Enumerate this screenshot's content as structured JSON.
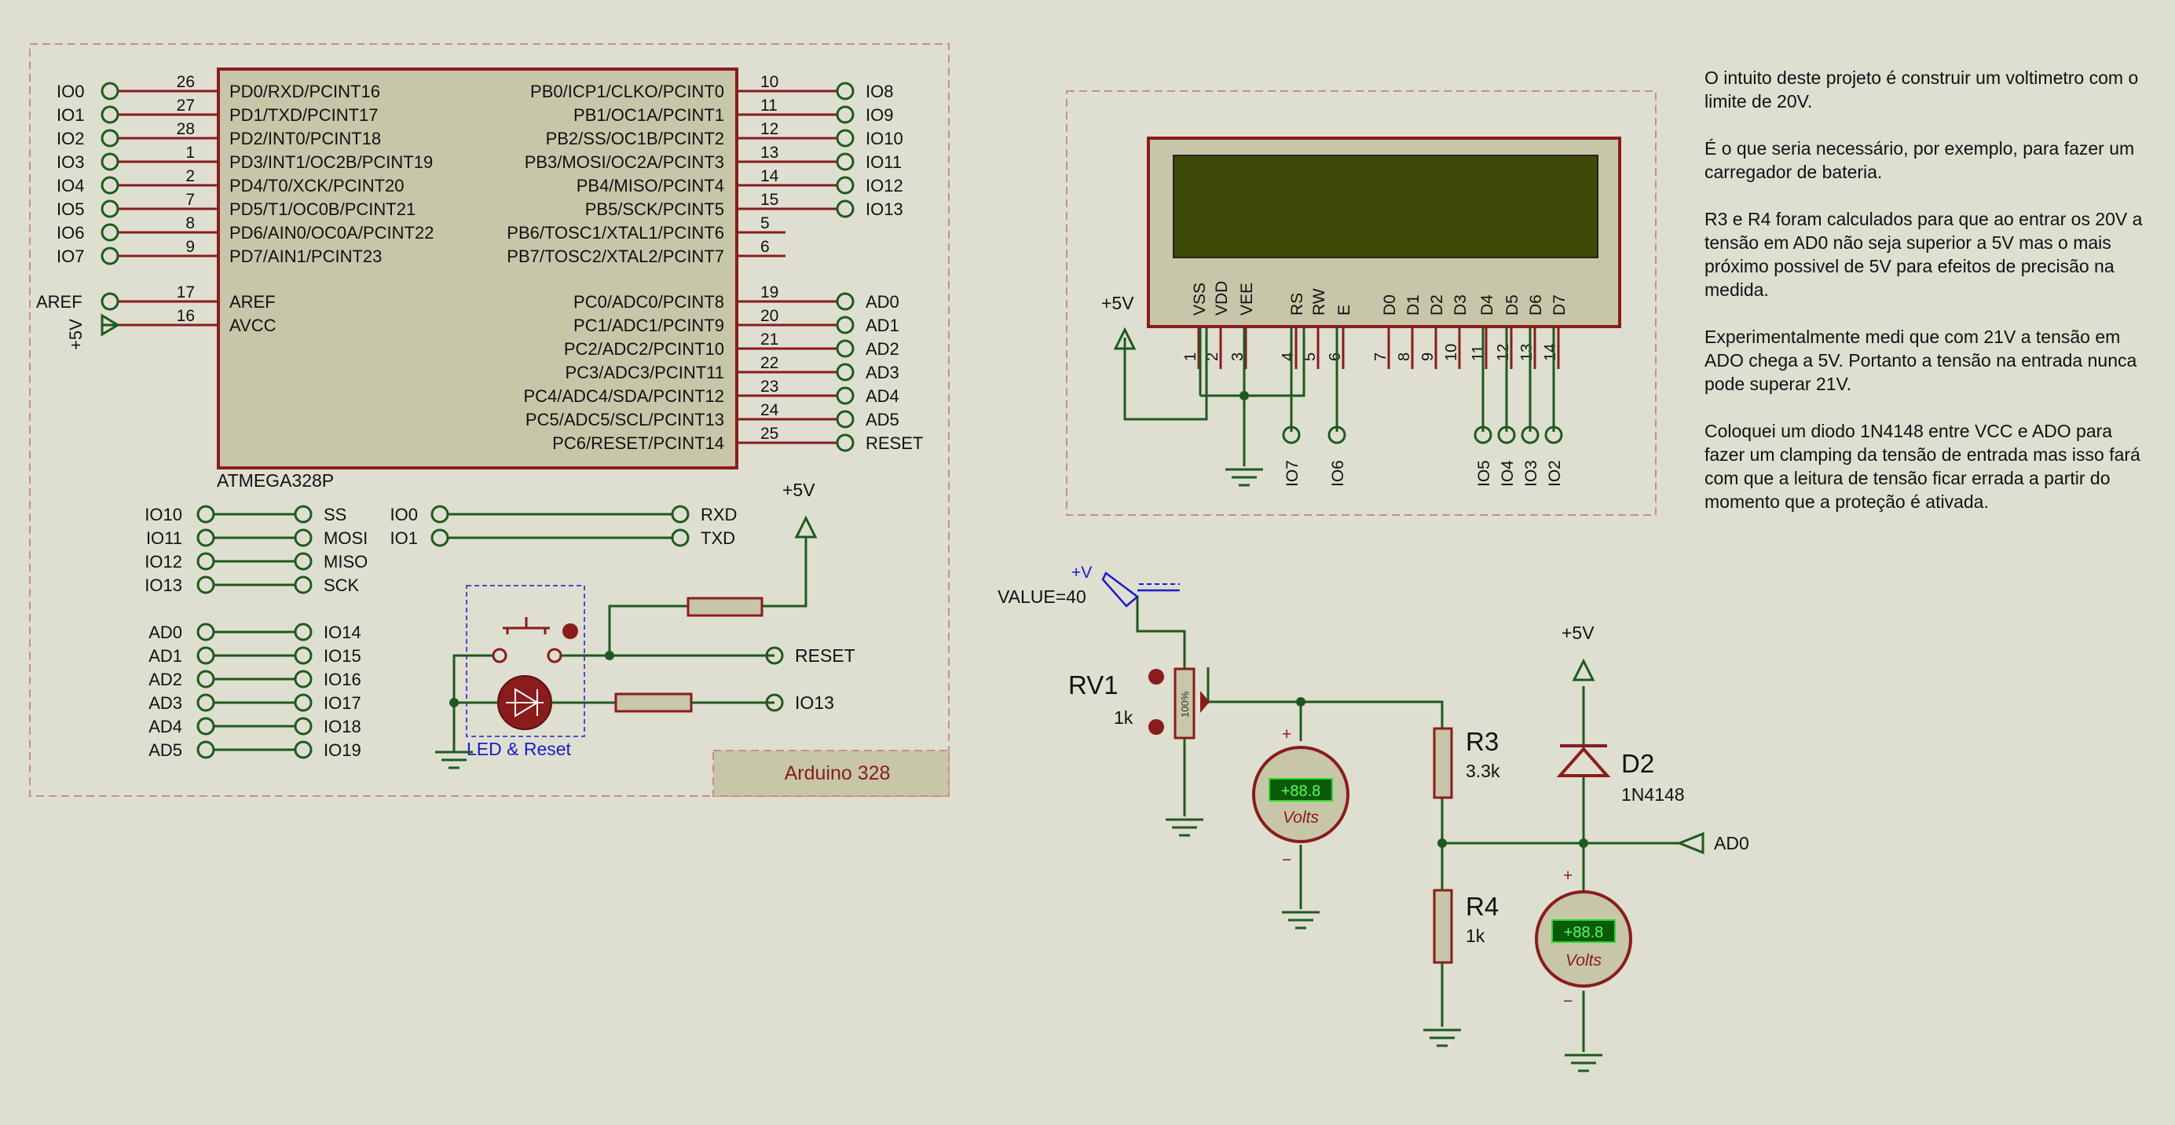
{
  "colors": {
    "background": "#dedfd0",
    "wire": "#1e5a1e",
    "component": "#8a1c1c",
    "chip_fill": "#c8c6a8",
    "sheet_border": "#c89080",
    "lcd_screen": "#3d4a06",
    "probe_blue": "#1a1acc"
  },
  "mcu": {
    "part": "ATMEGA328P",
    "left_pins": [
      {
        "net": "IO0",
        "num": "26",
        "label": "PD0/RXD/PCINT16"
      },
      {
        "net": "IO1",
        "num": "27",
        "label": "PD1/TXD/PCINT17"
      },
      {
        "net": "IO2",
        "num": "28",
        "label": "PD2/INT0/PCINT18"
      },
      {
        "net": "IO3",
        "num": "1",
        "label": "PD3/INT1/OC2B/PCINT19"
      },
      {
        "net": "IO4",
        "num": "2",
        "label": "PD4/T0/XCK/PCINT20"
      },
      {
        "net": "IO5",
        "num": "7",
        "label": "PD5/T1/OC0B/PCINT21"
      },
      {
        "net": "IO6",
        "num": "8",
        "label": "PD6/AIN0/OC0A/PCINT22"
      },
      {
        "net": "IO7",
        "num": "9",
        "label": "PD7/AIN1/PCINT23"
      }
    ],
    "aref": {
      "net": "AREF",
      "num": "17",
      "label": "AREF"
    },
    "avcc": {
      "net": "+5V",
      "num": "16",
      "label": "AVCC"
    },
    "right_pins": [
      {
        "net": "IO8",
        "num": "10",
        "label": "PB0/ICP1/CLKO/PCINT0"
      },
      {
        "net": "IO9",
        "num": "11",
        "label": "PB1/OC1A/PCINT1"
      },
      {
        "net": "IO10",
        "num": "12",
        "label": "PB2/SS/OC1B/PCINT2"
      },
      {
        "net": "IO11",
        "num": "13",
        "label": "PB3/MOSI/OC2A/PCINT3"
      },
      {
        "net": "IO12",
        "num": "14",
        "label": "PB4/MISO/PCINT4"
      },
      {
        "net": "IO13",
        "num": "15",
        "label": "PB5/SCK/PCINT5"
      },
      {
        "net": "",
        "num": "5",
        "label": "PB6/TOSC1/XTAL1/PCINT6"
      },
      {
        "net": "",
        "num": "6",
        "label": "PB7/TOSC2/XTAL2/PCINT7"
      }
    ],
    "right_pins_c": [
      {
        "net": "AD0",
        "num": "19",
        "label": "PC0/ADC0/PCINT8"
      },
      {
        "net": "AD1",
        "num": "20",
        "label": "PC1/ADC1/PCINT9"
      },
      {
        "net": "AD2",
        "num": "21",
        "label": "PC2/ADC2/PCINT10"
      },
      {
        "net": "AD3",
        "num": "22",
        "label": "PC3/ADC3/PCINT11"
      },
      {
        "net": "AD4",
        "num": "23",
        "label": "PC4/ADC4/SDA/PCINT12"
      },
      {
        "net": "AD5",
        "num": "24",
        "label": "PC5/ADC5/SCL/PCINT13"
      },
      {
        "net": "RESET",
        "num": "25",
        "label": "PC6/RESET/PCINT14"
      }
    ]
  },
  "aliases_a": [
    {
      "from": "IO10",
      "to": "SS"
    },
    {
      "from": "IO11",
      "to": "MOSI"
    },
    {
      "from": "IO12",
      "to": "MISO"
    },
    {
      "from": "IO13",
      "to": "SCK"
    }
  ],
  "aliases_b": [
    {
      "from": "IO0",
      "to": "RXD"
    },
    {
      "from": "IO1",
      "to": "TXD"
    }
  ],
  "aliases_c": [
    {
      "from": "AD0",
      "to": "IO14"
    },
    {
      "from": "AD1",
      "to": "IO15"
    },
    {
      "from": "AD2",
      "to": "IO16"
    },
    {
      "from": "AD3",
      "to": "IO17"
    },
    {
      "from": "AD4",
      "to": "IO18"
    },
    {
      "from": "AD5",
      "to": "IO19"
    }
  ],
  "reset_block": {
    "power": "+5V",
    "reset_net": "RESET",
    "led_net": "IO13",
    "group_label": "LED & Reset"
  },
  "sheet_title": "Arduino 328",
  "lcd": {
    "power": "+5V",
    "pins": [
      {
        "name": "VSS",
        "num": "1"
      },
      {
        "name": "VDD",
        "num": "2"
      },
      {
        "name": "VEE",
        "num": "3"
      },
      {
        "name": "RS",
        "num": "4"
      },
      {
        "name": "RW",
        "num": "5"
      },
      {
        "name": "E",
        "num": "6"
      },
      {
        "name": "D0",
        "num": "7"
      },
      {
        "name": "D1",
        "num": "8"
      },
      {
        "name": "D2",
        "num": "9"
      },
      {
        "name": "D3",
        "num": "10"
      },
      {
        "name": "D4",
        "num": "11"
      },
      {
        "name": "D5",
        "num": "12"
      },
      {
        "name": "D6",
        "num": "13"
      },
      {
        "name": "D7",
        "num": "14"
      }
    ],
    "nets": [
      "IO7",
      "IO6",
      "IO5",
      "IO4",
      "IO3",
      "IO2"
    ]
  },
  "divider": {
    "probe_label": "+V",
    "probe_value": "VALUE=40",
    "rv1": {
      "ref": "RV1",
      "value": "1k",
      "wiper": "100%"
    },
    "r3": {
      "ref": "R3",
      "value": "3.3k"
    },
    "r4": {
      "ref": "R4",
      "value": "1k"
    },
    "d2": {
      "ref": "D2",
      "value": "1N4148"
    },
    "d2_power": "+5V",
    "output_net": "AD0",
    "voltmeter": {
      "reading": "+88.8",
      "unit": "Volts",
      "plus": "+",
      "minus": "−"
    }
  },
  "notes": [
    "O intuito deste projeto é construir um voltimetro com o limite de 20V.",
    "É o que seria necessário, por exemplo, para fazer um carregador de bateria.",
    "R3 e R4 foram calculados para que ao entrar os 20V a tensão em AD0 não seja superior a 5V mas o mais próximo possivel de 5V para efeitos de precisão na medida.",
    "Experimentalmente medi que com 21V a tensão em ADO chega a 5V. Portanto a tensão na entrada nunca pode superar 21V.",
    "Coloquei um diodo 1N4148 entre VCC e ADO para fazer um clamping da tensão de entrada mas isso fará com que a leitura de tensão ficar errada a partir do momento que a proteção é ativada."
  ]
}
